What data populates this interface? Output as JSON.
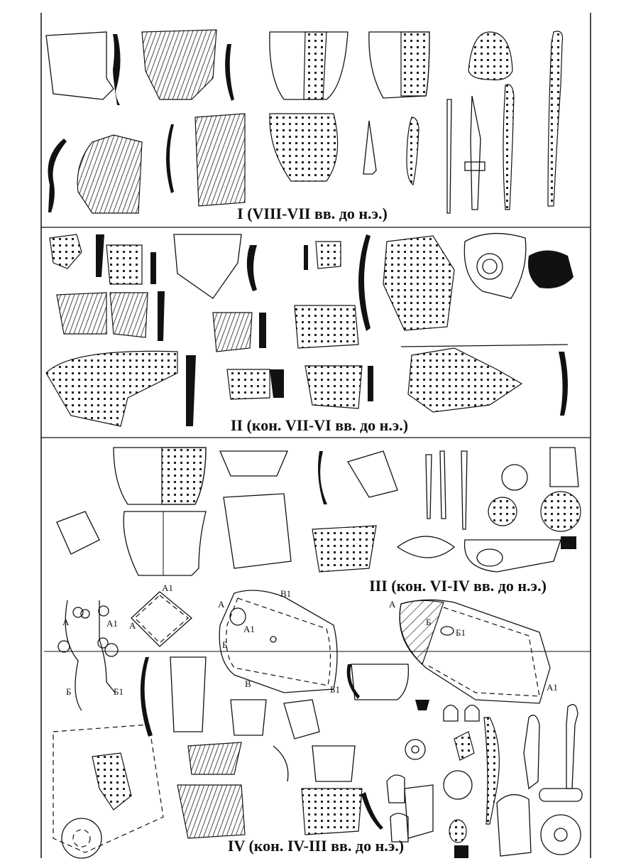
{
  "plate": {
    "sections": [
      {
        "id": "I",
        "label": "I (VIII-VII вв. до н.э.)"
      },
      {
        "id": "II",
        "label": "II (кон. VII-VI вв. до н.э.)"
      },
      {
        "id": "III",
        "label": "III (кон. VI-IV вв. до н.э.)"
      },
      {
        "id": "IV",
        "label": "IV (кон. IV-III вв. до н.э.)"
      }
    ],
    "plan_marks": {
      "left_feature": [
        "А",
        "А1",
        "Б",
        "Б1"
      ],
      "square_pit": [
        "А1",
        "А"
      ],
      "large_pit_1": [
        "А",
        "В1",
        "А1",
        "Б",
        "В",
        "Б1"
      ],
      "large_pit_2": [
        "А",
        "Б",
        "Б1",
        "А1"
      ]
    }
  }
}
